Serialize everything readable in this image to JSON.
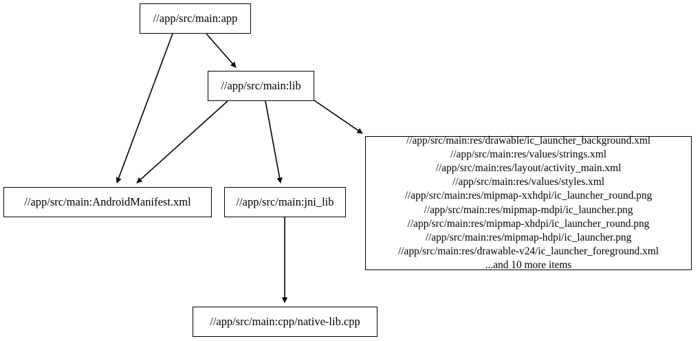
{
  "graph": {
    "background_color": "#ffffff",
    "line_color": "#000000",
    "text_color": "#000000",
    "nodes": {
      "app": {
        "label": "//app/src/main:app"
      },
      "lib": {
        "label": "//app/src/main:lib"
      },
      "manifest": {
        "label": "//app/src/main:AndroidManifest.xml"
      },
      "jni_lib": {
        "label": "//app/src/main:jni_lib"
      },
      "native_lib": {
        "label": "//app/src/main:cpp/native-lib.cpp"
      },
      "resources": {
        "label": "//app/src/main:res/drawable/ic_launcher_background.xml\n//app/src/main:res/values/strings.xml\n//app/src/main:res/layout/activity_main.xml\n//app/src/main:res/values/styles.xml\n//app/src/main:res/mipmap-xxhdpi/ic_launcher_round.png\n//app/src/main:res/mipmap-mdpi/ic_launcher.png\n//app/src/main:res/mipmap-xhdpi/ic_launcher_round.png\n//app/src/main:res/mipmap-hdpi/ic_launcher.png\n//app/src/main:res/drawable-v24/ic_launcher_foreground.xml\n...and 10 more items",
        "items": [
          "//app/src/main:res/drawable/ic_launcher_background.xml",
          "//app/src/main:res/values/strings.xml",
          "//app/src/main:res/layout/activity_main.xml",
          "//app/src/main:res/values/styles.xml",
          "//app/src/main:res/mipmap-xxhdpi/ic_launcher_round.png",
          "//app/src/main:res/mipmap-mdpi/ic_launcher.png",
          "//app/src/main:res/mipmap-xhdpi/ic_launcher_round.png",
          "//app/src/main:res/mipmap-hdpi/ic_launcher.png",
          "//app/src/main:res/drawable-v24/ic_launcher_foreground.xml"
        ],
        "overflow_text": "...and 10 more items"
      }
    },
    "edges": [
      {
        "from": "app",
        "to": "lib"
      },
      {
        "from": "app",
        "to": "manifest"
      },
      {
        "from": "lib",
        "to": "manifest"
      },
      {
        "from": "lib",
        "to": "jni_lib"
      },
      {
        "from": "lib",
        "to": "resources"
      },
      {
        "from": "jni_lib",
        "to": "native_lib"
      }
    ]
  }
}
